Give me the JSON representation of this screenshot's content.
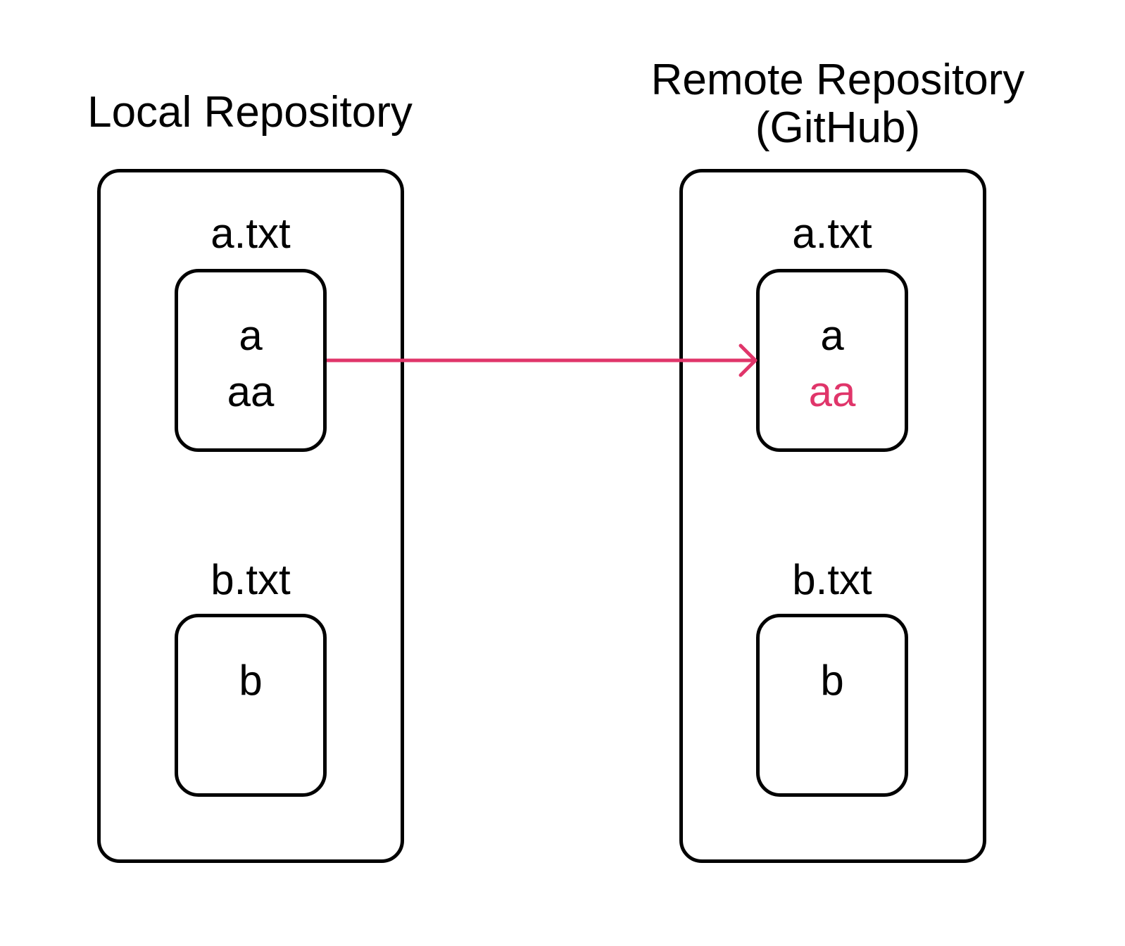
{
  "local": {
    "title": "Local Repository",
    "files": [
      {
        "name": "a.txt",
        "lines": [
          "a",
          "aa"
        ]
      },
      {
        "name": "b.txt",
        "lines": [
          "b"
        ]
      }
    ]
  },
  "remote": {
    "title_line1": "Remote Repository",
    "title_line2": "(GitHub)",
    "files": [
      {
        "name": "a.txt",
        "lines": [
          "a",
          "aa"
        ]
      },
      {
        "name": "b.txt",
        "lines": [
          "b"
        ]
      }
    ]
  },
  "colors": {
    "outline": "#000000",
    "highlight": "#E0356A"
  }
}
